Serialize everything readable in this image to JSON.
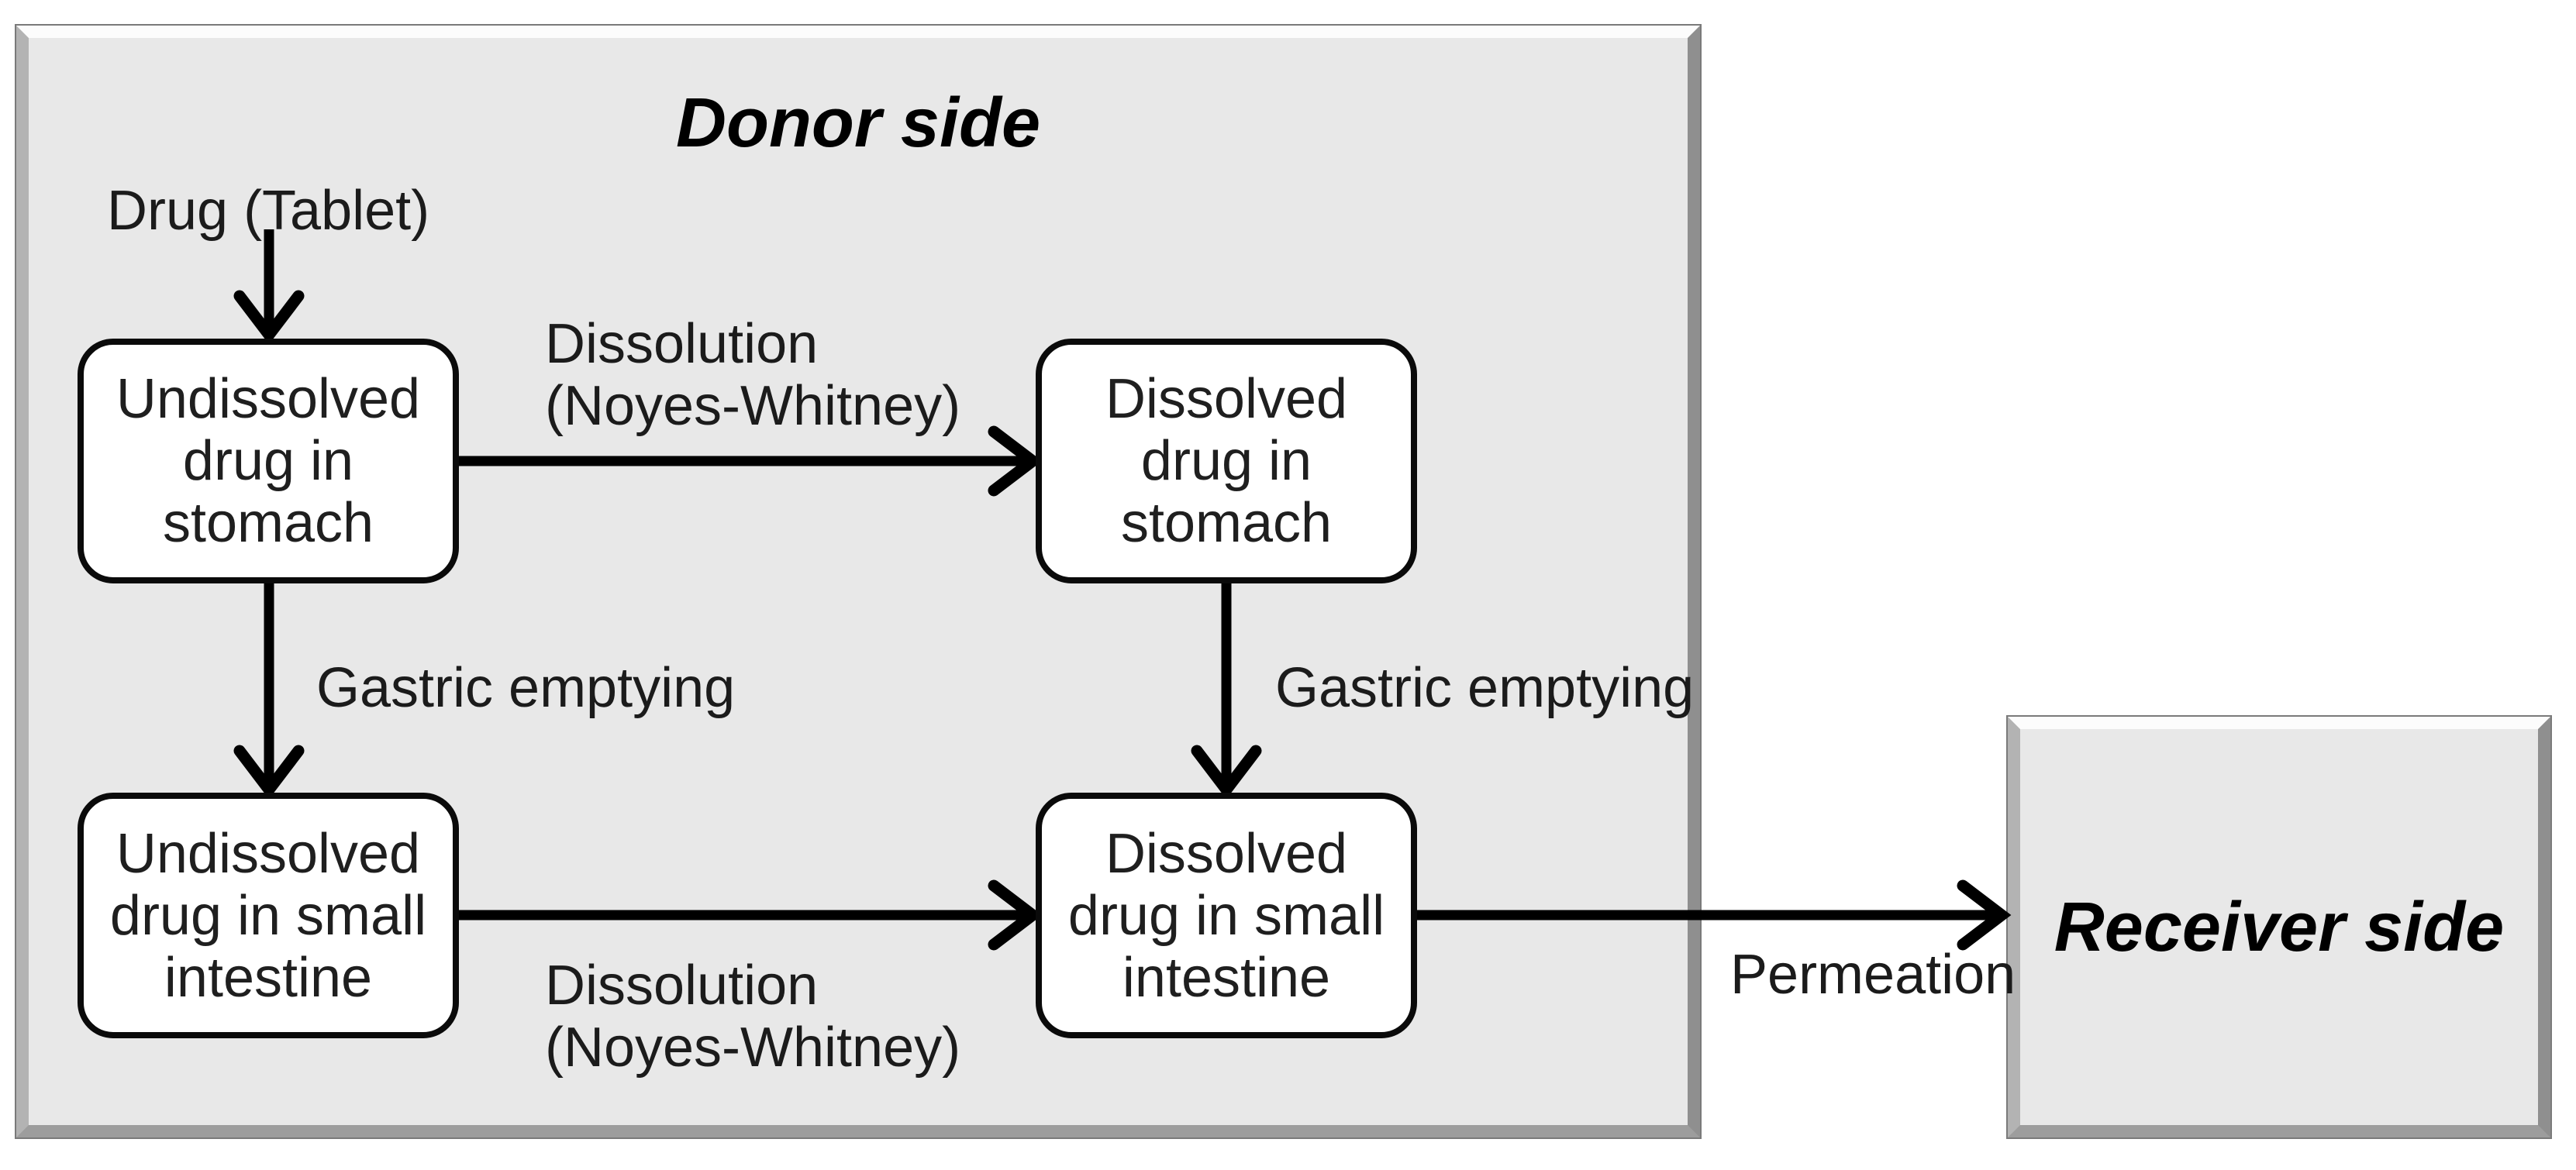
{
  "donor": {
    "title": "Donor side"
  },
  "receiver": {
    "title": "Receiver side"
  },
  "drug_source": {
    "label": "Drug (Tablet)"
  },
  "boxes": [
    {
      "name": "undissolved-drug-stomach",
      "lines": [
        "Undissolved",
        "drug in",
        "stomach"
      ]
    },
    {
      "name": "dissolved-drug-stomach",
      "lines": [
        "Dissolved",
        "drug in",
        "stomach"
      ]
    },
    {
      "name": "undissolved-drug-small-intestine",
      "lines": [
        "Undissolved",
        "drug in small",
        "intestine"
      ]
    },
    {
      "name": "dissolved-drug-small-intestine",
      "lines": [
        "Dissolved",
        "drug in small",
        "intestine"
      ]
    }
  ],
  "process_labels": {
    "dissolution_top": {
      "line1": "Dissolution",
      "line2": "(Noyes-Whitney)"
    },
    "gastric_left": "Gastric emptying",
    "gastric_right": "Gastric emptying",
    "dissolution_bottom": {
      "line1": "Dissolution",
      "line2": "(Noyes-Whitney)"
    },
    "permeation": "Permeation"
  },
  "colors": {
    "panel_fill": "#e8e8e8",
    "panel_bevel_light": "#fcfcfc",
    "panel_bevel_dark": "#8f8f8f",
    "panel_outline": "#7a7a7a",
    "node_fill": "#ffffff",
    "stroke": "#000000",
    "text": "#1b1b1b"
  }
}
